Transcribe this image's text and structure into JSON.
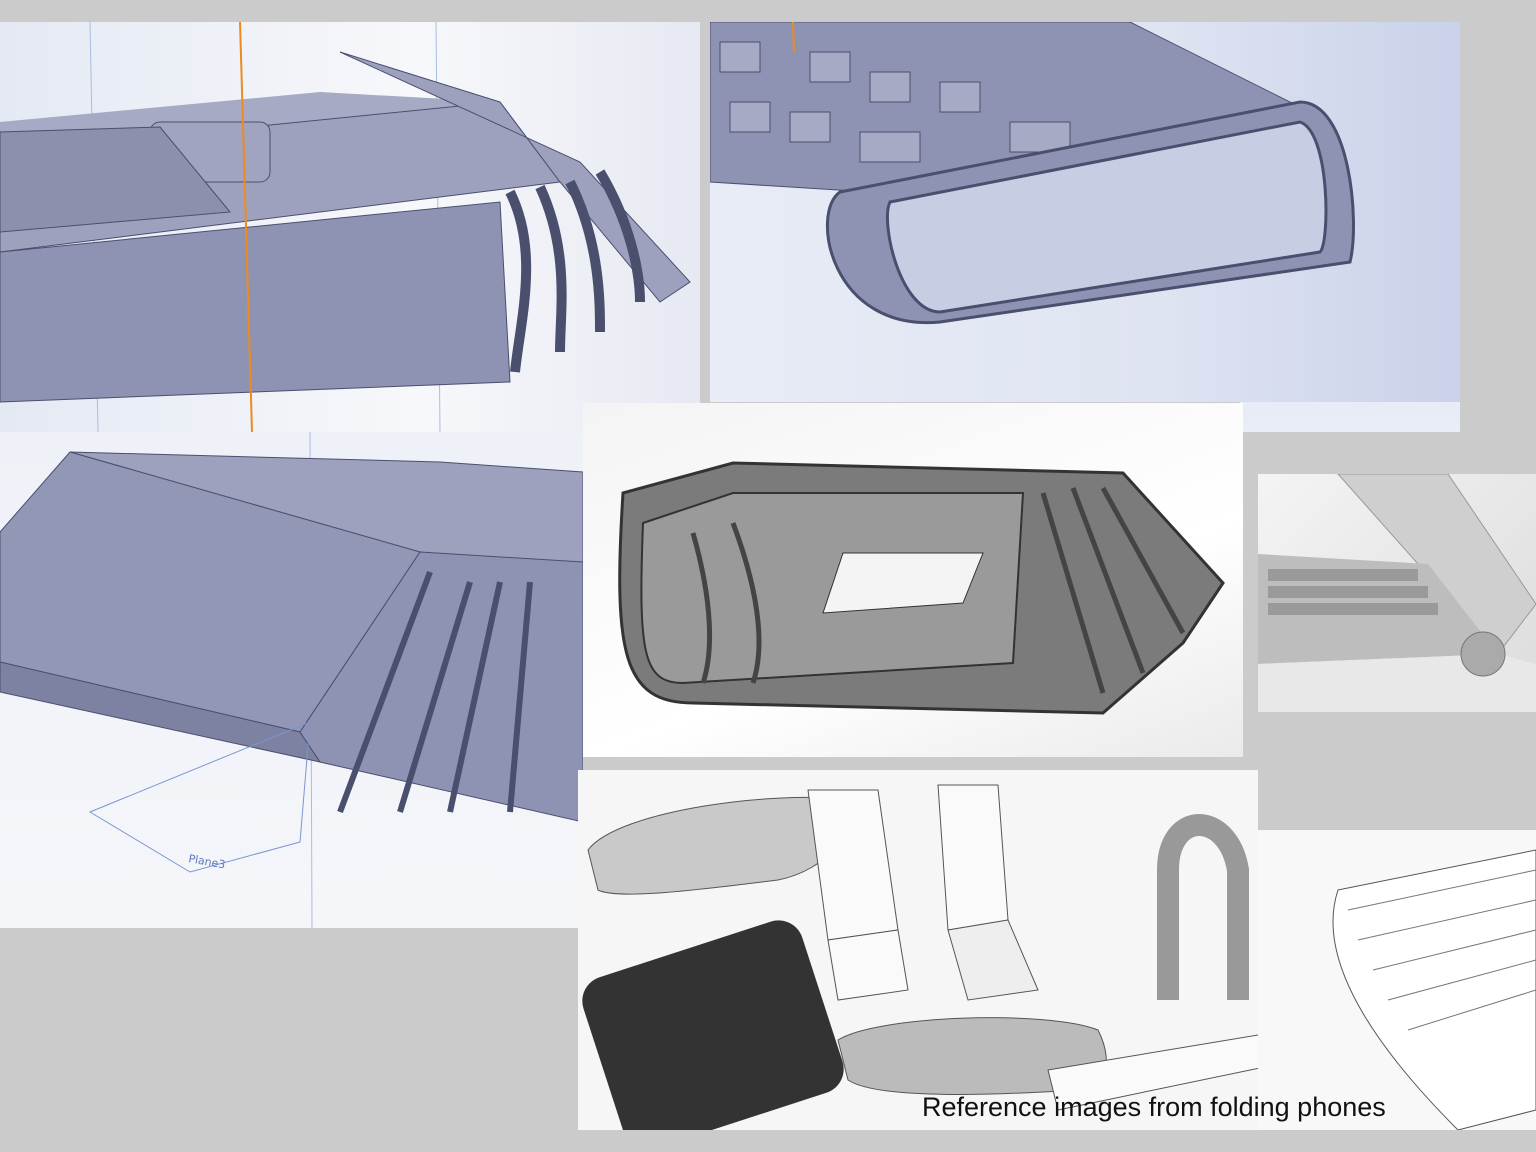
{
  "slide": {
    "caption": "Reference images from folding phones",
    "panels": [
      {
        "id": "cad-hinge-side-view",
        "kind": "CAD render"
      },
      {
        "id": "cad-hinge-open-view",
        "kind": "CAD render"
      },
      {
        "id": "cad-hinge-underside-view",
        "kind": "CAD render"
      },
      {
        "id": "cad-hinge-isolated",
        "kind": "CAD render"
      },
      {
        "id": "laptop-hinge-photo",
        "kind": "photo"
      },
      {
        "id": "folding-phone-patents",
        "kind": "patent drawings"
      }
    ],
    "plane_label": "Plane3"
  },
  "colors": {
    "background": "#cbcbcb",
    "cad_body": "#8e93b3",
    "cad_edge": "#4a4f6e",
    "sketch_line": "#f08a1c"
  }
}
